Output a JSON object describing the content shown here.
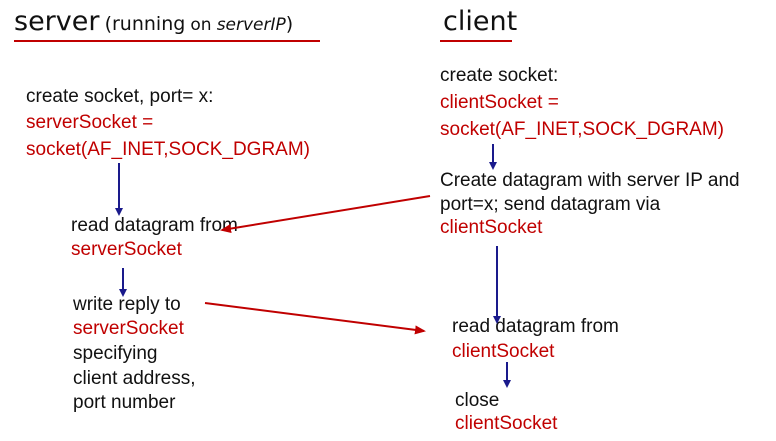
{
  "server_header": {
    "main": "server",
    "paren_open": "(running",
    "on": "on",
    "ip": "serverIP",
    "paren_close": ")"
  },
  "client_header": {
    "main": "client"
  },
  "server_steps": {
    "create": {
      "line1": "create socket, port= x:",
      "line2": "serverSocket =",
      "line3": "socket(AF_INET,SOCK_DGRAM)"
    },
    "read": {
      "line1": "read datagram from",
      "line2": "serverSocket"
    },
    "write": {
      "line1": "write reply to",
      "line2": "serverSocket",
      "line3": "specifying",
      "line4": "client address,",
      "line5": "port number"
    }
  },
  "client_steps": {
    "create": {
      "line1": "create socket:",
      "line2": "clientSocket =",
      "line3": "socket(AF_INET,SOCK_DGRAM)"
    },
    "send": {
      "line1": "Create datagram with server IP and",
      "line2": "port=x; send datagram via",
      "line3": "clientSocket"
    },
    "read": {
      "line1": "read datagram from",
      "line2": "clientSocket"
    },
    "close": {
      "line1": "close",
      "line2": "clientSocket"
    }
  },
  "colors": {
    "text": "#111111",
    "highlight": "#c00000",
    "flow_arrow": "#1a1a8c",
    "message_arrow": "#c00000"
  }
}
